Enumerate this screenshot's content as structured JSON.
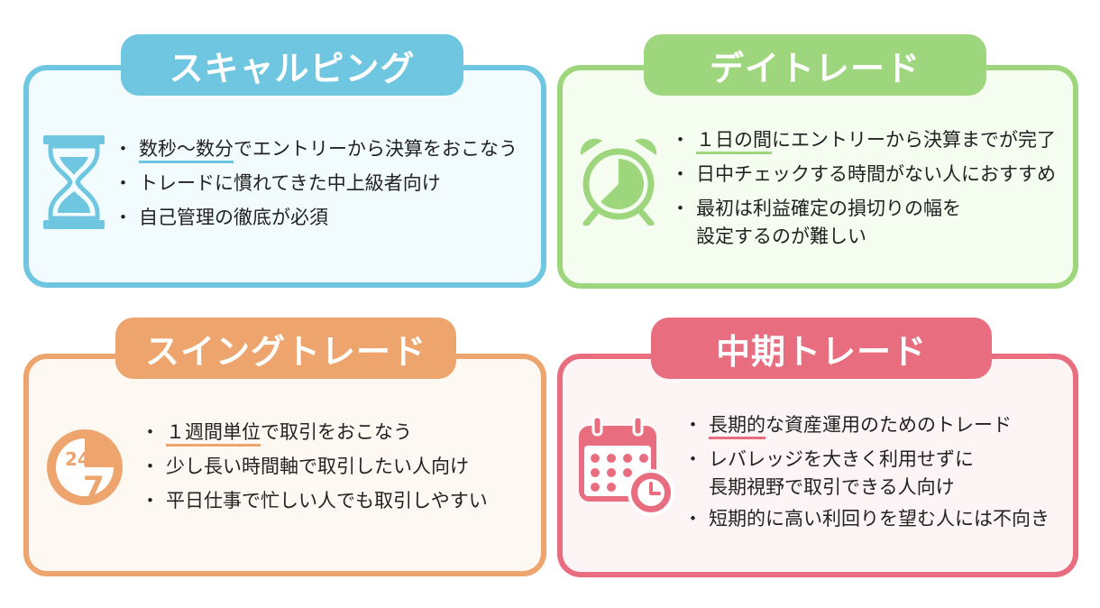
{
  "cards": {
    "scalping": {
      "title": "スキャルピング",
      "color": "#6ec6e0",
      "icon": "hourglass-icon",
      "bullets": [
        {
          "highlight": "数秒〜数分",
          "rest": "でエントリーから決算をおこなう"
        },
        {
          "text": "トレードに慣れてきた中上級者向け"
        },
        {
          "text": "自己管理の徹底が必須"
        }
      ]
    },
    "day": {
      "title": "デイトレード",
      "color": "#9dd67d",
      "icon": "alarm-clock-icon",
      "bullets": [
        {
          "highlight": "１日の間",
          "rest": "にエントリーから決算までが完了"
        },
        {
          "text": "日中チェックする時間がない人におすすめ"
        },
        {
          "text": "最初は利益確定の損切りの幅を",
          "continuation": "設定するのが難しい"
        }
      ]
    },
    "swing": {
      "title": "スイングトレード",
      "color": "#eda46d",
      "icon": "24-7-clock-icon",
      "icon_text": {
        "top": "24",
        "bottom": "7"
      },
      "bullets": [
        {
          "highlight": "１週間単位",
          "rest": "で取引をおこなう"
        },
        {
          "text": "少し長い時間軸で取引したい人向け"
        },
        {
          "text": "平日仕事で忙しい人でも取引しやすい"
        }
      ]
    },
    "mid": {
      "title": "中期トレード",
      "color": "#e86d7f",
      "icon": "calendar-clock-icon",
      "bullets": [
        {
          "highlight": "長期的",
          "rest": "な資産運用のためのトレード"
        },
        {
          "text": "レバレッジを大きく利用せずに",
          "continuation": "長期視野で取引できる人向け"
        },
        {
          "text": "短期的に高い利回りを望む人には不向き"
        }
      ]
    }
  }
}
